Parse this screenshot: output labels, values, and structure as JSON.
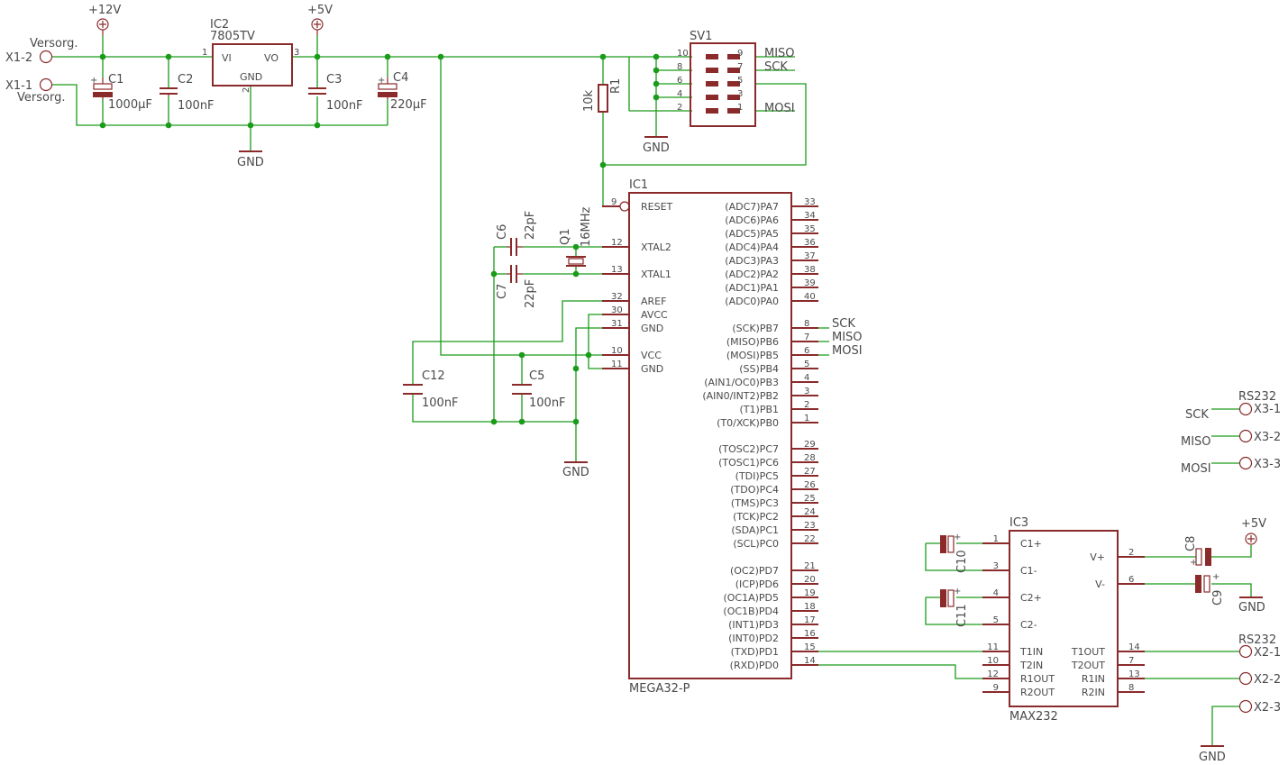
{
  "connectors": {
    "x1_2": "X1-2",
    "x1_1": "X1-1",
    "versorg_a": "Versorg.",
    "versorg_b": "Versorg.",
    "x3_1": "X3-1",
    "x3_2": "X3-2",
    "x3_3": "X3-3",
    "x2_1": "X2-1",
    "x2_2": "X2-2",
    "x2_3": "X2-3",
    "rs232_a": "RS232",
    "rs232_b": "RS232",
    "sck": "SCK",
    "miso": "MISO",
    "mosi": "MOSI"
  },
  "supply": {
    "v12": "+12V",
    "v5_a": "+5V",
    "v5_b": "+5V",
    "gnd_a": "GND",
    "gnd_b": "GND",
    "gnd_c": "GND",
    "gnd_d": "GND",
    "gnd_e": "GND"
  },
  "regulator": {
    "name": "IC2",
    "value": "7805TV",
    "vi": "VI",
    "vo": "VO",
    "gnd": "GND",
    "pin1": "1",
    "pin2": "2",
    "pin3": "3"
  },
  "capacitors": {
    "c1": "C1",
    "c1_val": "1000µF",
    "c2": "C2",
    "c2_val": "100nF",
    "c3": "C3",
    "c3_val": "100nF",
    "c4": "C4",
    "c4_val": "220µF",
    "c5": "C5",
    "c5_val": "100nF",
    "c6": "C6",
    "c6_val": "22pF",
    "c7": "C7",
    "c7_val": "22pF",
    "c8": "C8",
    "c9": "C9",
    "c10": "C10",
    "c11": "C11",
    "c12": "C12",
    "c12_val": "100nF"
  },
  "resistor": {
    "name": "R1",
    "value": "10k"
  },
  "crystal": {
    "name": "Q1",
    "value": "16MHz"
  },
  "header": {
    "name": "SV1",
    "left_pins": [
      "10",
      "8",
      "6",
      "4",
      "2"
    ],
    "right_pins": [
      "9",
      "7",
      "5",
      "3",
      "1"
    ],
    "miso": "MISO",
    "sck": "SCK",
    "mosi": "MOSI"
  },
  "mcu": {
    "name": "IC1",
    "part": "MEGA32-P",
    "left_pins": [
      {
        "num": "9",
        "label": "RESET"
      },
      {
        "num": "12",
        "label": "XTAL2"
      },
      {
        "num": "13",
        "label": "XTAL1"
      },
      {
        "num": "32",
        "label": "AREF"
      },
      {
        "num": "30",
        "label": "AVCC"
      },
      {
        "num": "31",
        "label": "GND"
      },
      {
        "num": "10",
        "label": "VCC"
      },
      {
        "num": "11",
        "label": "GND"
      }
    ],
    "right_pins": [
      {
        "num": "33",
        "label": "(ADC7)PA7"
      },
      {
        "num": "34",
        "label": "(ADC6)PA6"
      },
      {
        "num": "35",
        "label": "(ADC5)PA5"
      },
      {
        "num": "36",
        "label": "(ADC4)PA4"
      },
      {
        "num": "37",
        "label": "(ADC3)PA3"
      },
      {
        "num": "38",
        "label": "(ADC2)PA2"
      },
      {
        "num": "39",
        "label": "(ADC1)PA1"
      },
      {
        "num": "40",
        "label": "(ADC0)PA0"
      },
      {
        "num": "8",
        "label": "(SCK)PB7"
      },
      {
        "num": "7",
        "label": "(MISO)PB6"
      },
      {
        "num": "6",
        "label": "(MOSI)PB5"
      },
      {
        "num": "5",
        "label": "(SS)PB4"
      },
      {
        "num": "4",
        "label": "(AIN1/OC0)PB3"
      },
      {
        "num": "3",
        "label": "(AIN0/INT2)PB2"
      },
      {
        "num": "2",
        "label": "(T1)PB1"
      },
      {
        "num": "1",
        "label": "(T0/XCK)PB0"
      },
      {
        "num": "29",
        "label": "(TOSC2)PC7"
      },
      {
        "num": "28",
        "label": "(TOSC1)PC6"
      },
      {
        "num": "27",
        "label": "(TDI)PC5"
      },
      {
        "num": "26",
        "label": "(TDO)PC4"
      },
      {
        "num": "25",
        "label": "(TMS)PC3"
      },
      {
        "num": "24",
        "label": "(TCK)PC2"
      },
      {
        "num": "23",
        "label": "(SDA)PC1"
      },
      {
        "num": "22",
        "label": "(SCL)PC0"
      },
      {
        "num": "21",
        "label": "(OC2)PD7"
      },
      {
        "num": "20",
        "label": "(ICP)PD6"
      },
      {
        "num": "19",
        "label": "(OC1A)PD5"
      },
      {
        "num": "18",
        "label": "(OC1B)PD4"
      },
      {
        "num": "17",
        "label": "(INT1)PD3"
      },
      {
        "num": "16",
        "label": "(INT0)PD2"
      },
      {
        "num": "15",
        "label": "(TXD)PD1"
      },
      {
        "num": "14",
        "label": "(RXD)PD0"
      }
    ],
    "sck": "SCK",
    "miso": "MISO",
    "mosi": "MOSI"
  },
  "max232": {
    "name": "IC3",
    "part": "MAX232",
    "left_pins": [
      {
        "num": "1",
        "label": "C1+"
      },
      {
        "num": "3",
        "label": "C1-"
      },
      {
        "num": "4",
        "label": "C2+"
      },
      {
        "num": "5",
        "label": "C2-"
      },
      {
        "num": "11",
        "label": "T1IN"
      },
      {
        "num": "10",
        "label": "T2IN"
      },
      {
        "num": "12",
        "label": "R1OUT"
      },
      {
        "num": "9",
        "label": "R2OUT"
      }
    ],
    "right_pins": [
      {
        "num": "2",
        "label": "V+"
      },
      {
        "num": "6",
        "label": "V-"
      },
      {
        "num": "14",
        "label": "T1OUT"
      },
      {
        "num": "7",
        "label": "T2OUT"
      },
      {
        "num": "13",
        "label": "R1IN"
      },
      {
        "num": "8",
        "label": "R2IN"
      }
    ]
  },
  "colors": {
    "wire": "#1a9b1a",
    "part": "#8a2a2a",
    "text": "#4a4a4a",
    "background": "#ffffff"
  }
}
